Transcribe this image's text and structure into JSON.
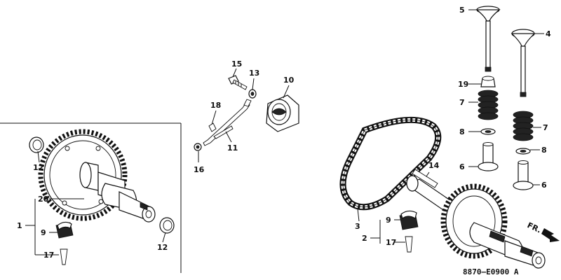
{
  "callouts": {
    "c1": "1",
    "c2": "2",
    "c3": "3",
    "c4": "4",
    "c5": "5",
    "c6a": "6",
    "c6b": "6",
    "c7a": "7",
    "c7b": "7",
    "c8a": "8",
    "c8b": "8",
    "c9a": "9",
    "c9b": "9",
    "c10": "10",
    "c11": "11",
    "c12a": "12",
    "c12b": "12",
    "c13": "13",
    "c14": "14",
    "c15": "15",
    "c16": "16",
    "c17a": "17",
    "c17b": "17",
    "c18": "18",
    "c19": "19",
    "c20": "20"
  },
  "direction_label": "FR.",
  "diagram_code": "8870–E0900 A"
}
